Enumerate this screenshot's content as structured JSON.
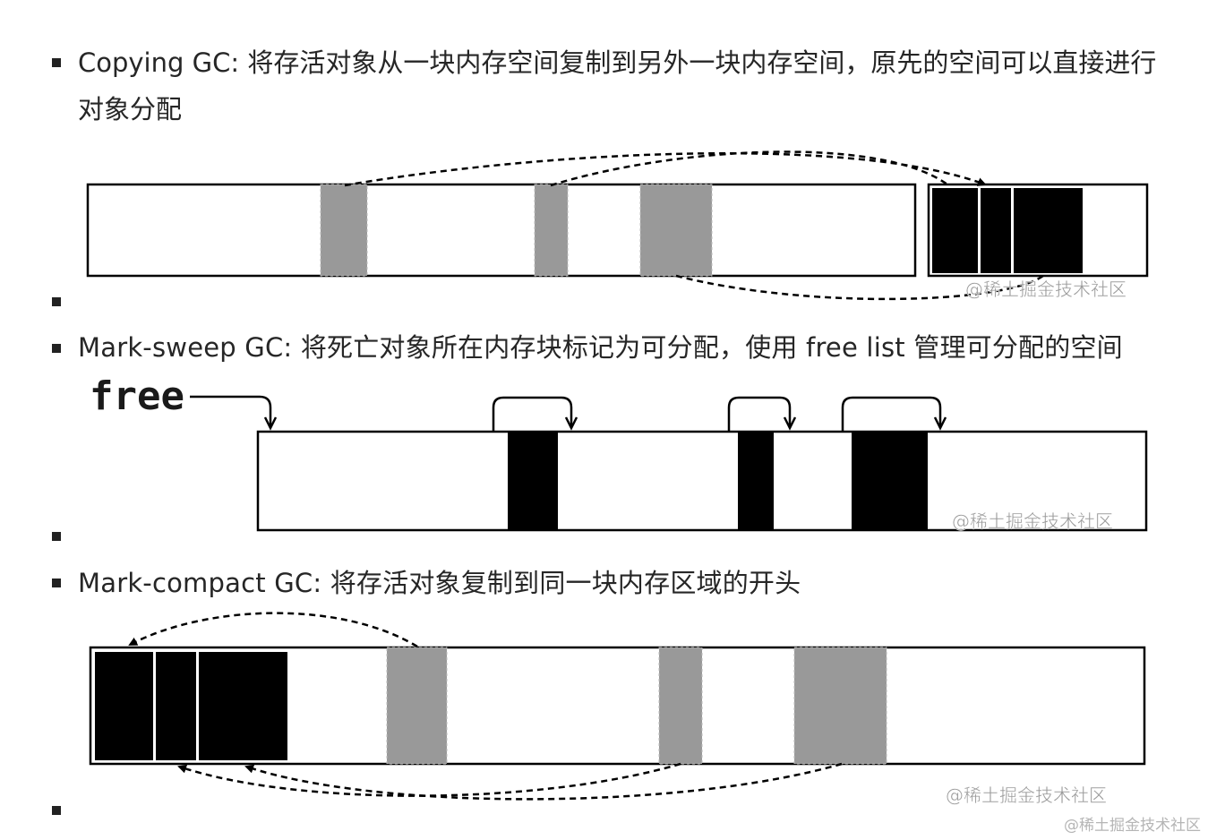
{
  "items": [
    {
      "label": "Copying GC: 将存活对象从一块内存空间复制到另外一块内存空间，原先的空间可以直接进行对象分配"
    },
    {
      "label": "Mark-sweep GC: 将死亡对象所在内存块标记为可分配，使用 free list 管理可分配的空间"
    },
    {
      "label": "Mark-compact GC: 将存活对象复制到同一块内存区域的开头"
    }
  ],
  "diagrams": {
    "copying": {
      "watermark": "@稀土掘金技术社区"
    },
    "mark_sweep": {
      "free_label": "free",
      "watermark": "@稀土掘金技术社区"
    },
    "mark_compact": {
      "watermark": "@稀土掘金技术社区"
    }
  },
  "page_watermark": "@稀土掘金技术社区",
  "colors": {
    "live_object": "#000000",
    "dead_object": "#999999",
    "border": "#000000"
  }
}
